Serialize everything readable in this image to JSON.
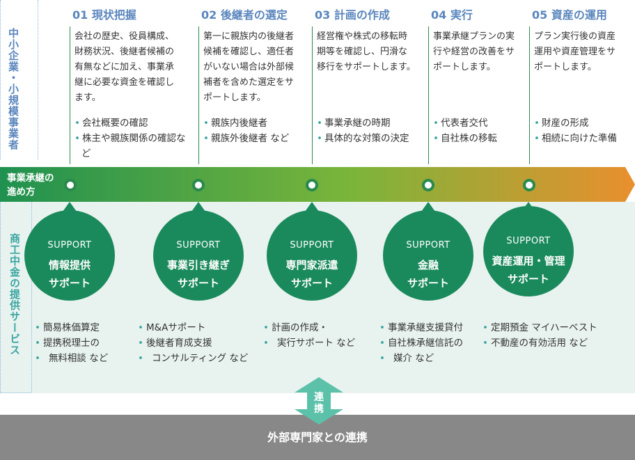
{
  "side_labels": {
    "top": "中小企業・小規模事業者",
    "band": [
      "事業承継の",
      "進め方"
    ],
    "lower": "商工中金の提供サービス"
  },
  "steps": [
    {
      "title": "01 現状把握",
      "desc": [
        "会社の歴史、役員構成、",
        "財務状況、後継者候補の",
        "有無などに加え、事業承",
        "継に必要な資金を確認し",
        "ます。"
      ],
      "bullets": [
        "会社概要の確認",
        "株主や親族関係の確認など"
      ]
    },
    {
      "title": "02 後継者の選定",
      "desc": [
        "第一に親族内の後継者",
        "候補を確認し、適任者",
        "がいない場合は外部候",
        "補者を含めた選定をサ",
        "ポートします。"
      ],
      "bullets": [
        "親族内後継者",
        "親族外後継者 など"
      ]
    },
    {
      "title": "03 計画の作成",
      "desc": [
        "経営権や株式の移転時",
        "期等を確認し、円滑な",
        "移行をサポートします。"
      ],
      "bullets": [
        "事業承継の時期",
        "具体的な対策の決定"
      ]
    },
    {
      "title": "04 実行",
      "desc": [
        "事業承継プランの実",
        "行や経営の改善をサ",
        "ポートします。"
      ],
      "bullets": [
        "代表者交代",
        "自社株の移転"
      ]
    },
    {
      "title": "05 資産の運用",
      "desc": [
        "プラン実行後の資産",
        "運用や資産管理をサ",
        "ポートします。"
      ],
      "bullets": [
        "財産の形成",
        "相続に向けた準備"
      ]
    }
  ],
  "supports": [
    {
      "en": "SUPPORT",
      "line1": "情報提供",
      "line2": "サポート",
      "bullets": [
        "簡易株価算定",
        "提携税理士の",
        "無料相談 など"
      ]
    },
    {
      "en": "SUPPORT",
      "line1": "事業引き継ぎ",
      "line2": "サポート",
      "bullets": [
        "M&Aサポート",
        "後継者育成支援",
        "コンサルティング など"
      ]
    },
    {
      "en": "SUPPORT",
      "line1": "専門家派遣",
      "line2": "サポート",
      "bullets": [
        "計画の作成・",
        "実行サポート など"
      ]
    },
    {
      "en": "SUPPORT",
      "line1": "金融",
      "line2": "サポート",
      "bullets": [
        "事業承継支援貸付",
        "自社株承継信託の",
        "媒介 など"
      ]
    },
    {
      "en": "SUPPORT",
      "line1": "資産運用・管理",
      "line2": "サポート",
      "bullets": [
        "定期預金 マイハーベスト",
        "不動産の有効活用 など"
      ]
    }
  ],
  "link": {
    "line1": "連",
    "line2": "携"
  },
  "bottom": "外部専門家との連携",
  "colors": {
    "band_start": "#1f9150",
    "band_mid": "#7ab53a",
    "band_end": "#e98f2e",
    "circle": "#1a8a5c",
    "step_title": "#5a86bd",
    "lower_bg": "#e8f3f0",
    "bottom_bar": "#888888",
    "link_arrow": "#5cc1a9"
  }
}
